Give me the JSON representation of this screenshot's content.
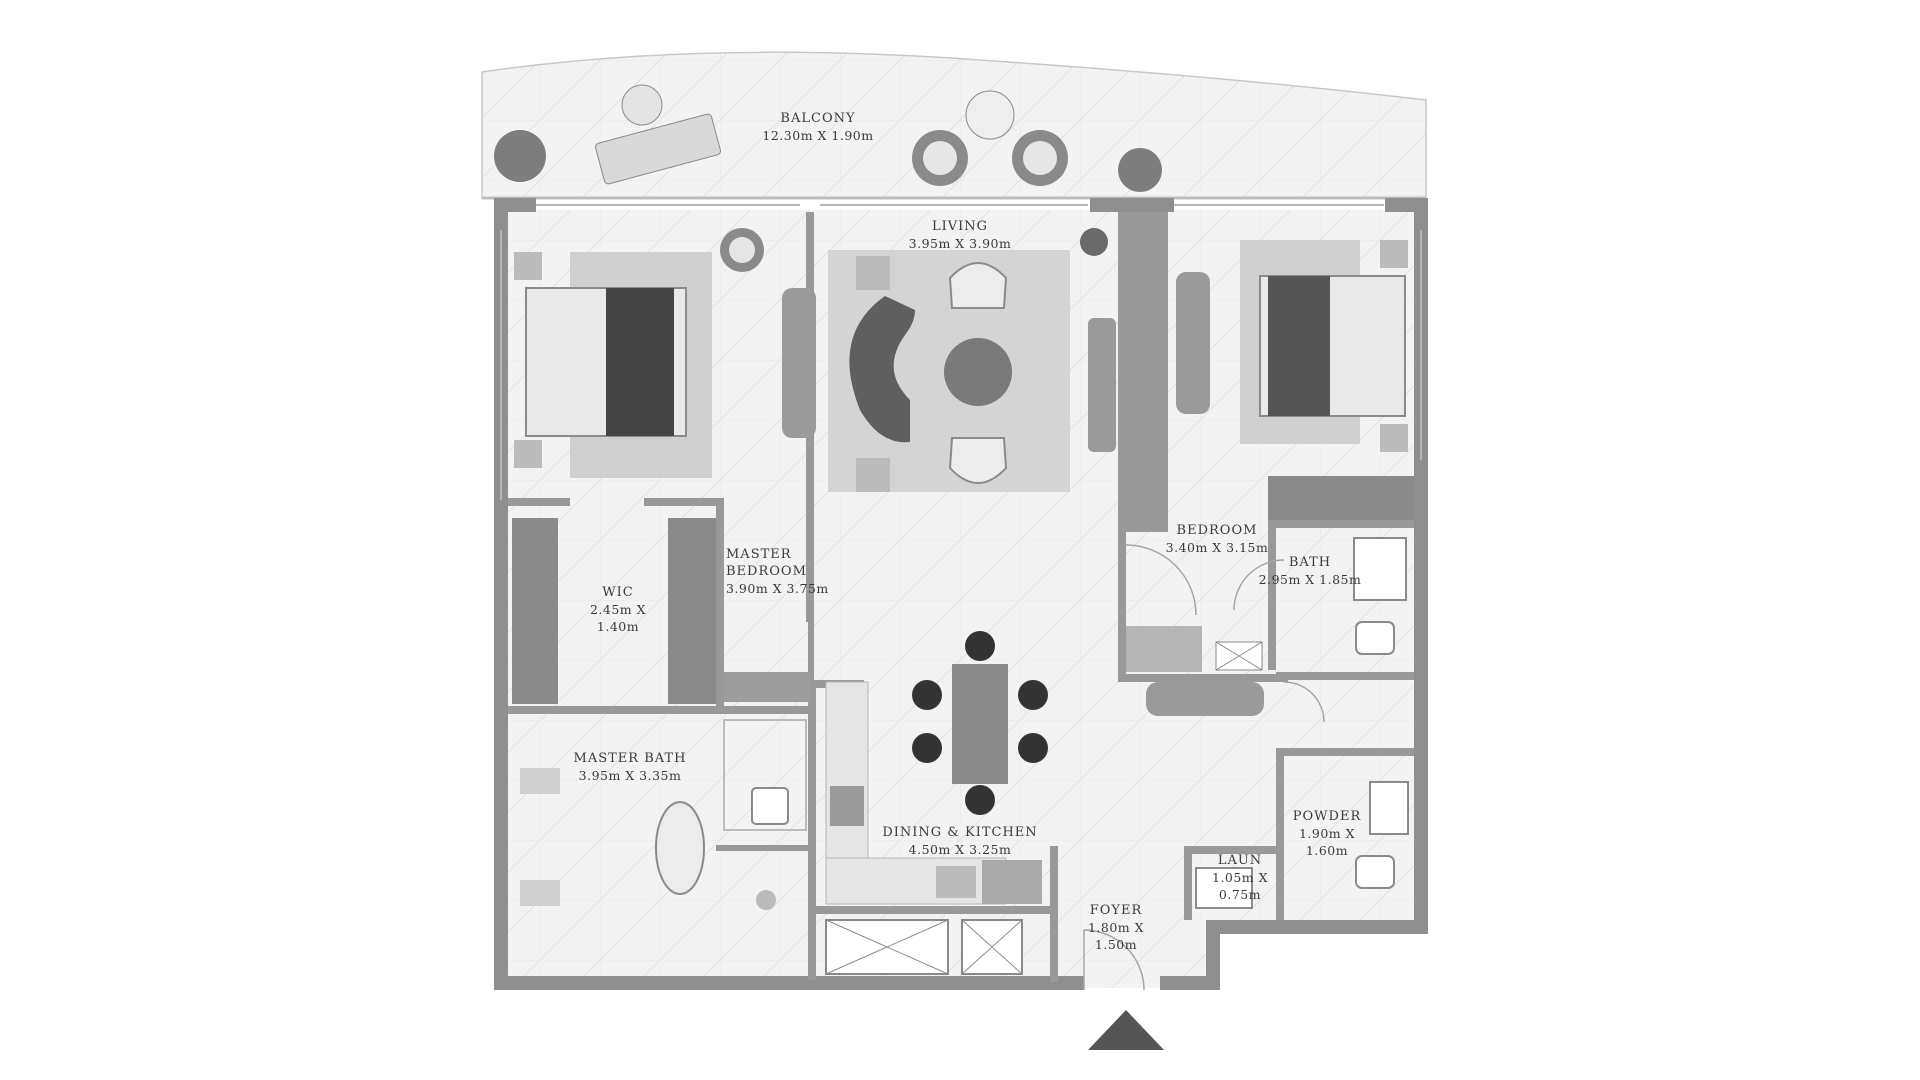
{
  "rooms": {
    "balcony": {
      "name": "BALCONY",
      "dim": "12.30m X 1.90m"
    },
    "living": {
      "name": "LIVING",
      "dim": "3.95m X 3.90m"
    },
    "bedroom": {
      "name": "BEDROOM",
      "dim": "3.40m X 3.15m"
    },
    "bath": {
      "name": "BATH",
      "dim": "2.95m X 1.85m"
    },
    "wic": {
      "name": "WIC",
      "dim1": "2.45m X",
      "dim2": "1.40m"
    },
    "master_bedroom": {
      "name1": "MASTER",
      "name2": "BEDROOM",
      "dim": "3.90m X 3.75m"
    },
    "master_bath": {
      "name": "MASTER BATH",
      "dim": "3.95m X 3.35m"
    },
    "dining_kitchen": {
      "name": "DINING & KITCHEN",
      "dim": "4.50m X 3.25m"
    },
    "powder": {
      "name": "POWDER",
      "dim1": "1.90m X",
      "dim2": "1.60m"
    },
    "laun": {
      "name": "LAUN",
      "dim1": "1.05m X",
      "dim2": "0.75m"
    },
    "foyer": {
      "name": "FOYER",
      "dim1": "1.80m X",
      "dim2": "1.50m"
    }
  },
  "colors": {
    "wall": "#8f8f8f",
    "floor": "#f2f2f2",
    "furniture": "#6e6e6e",
    "entry_marker": "#555555"
  }
}
